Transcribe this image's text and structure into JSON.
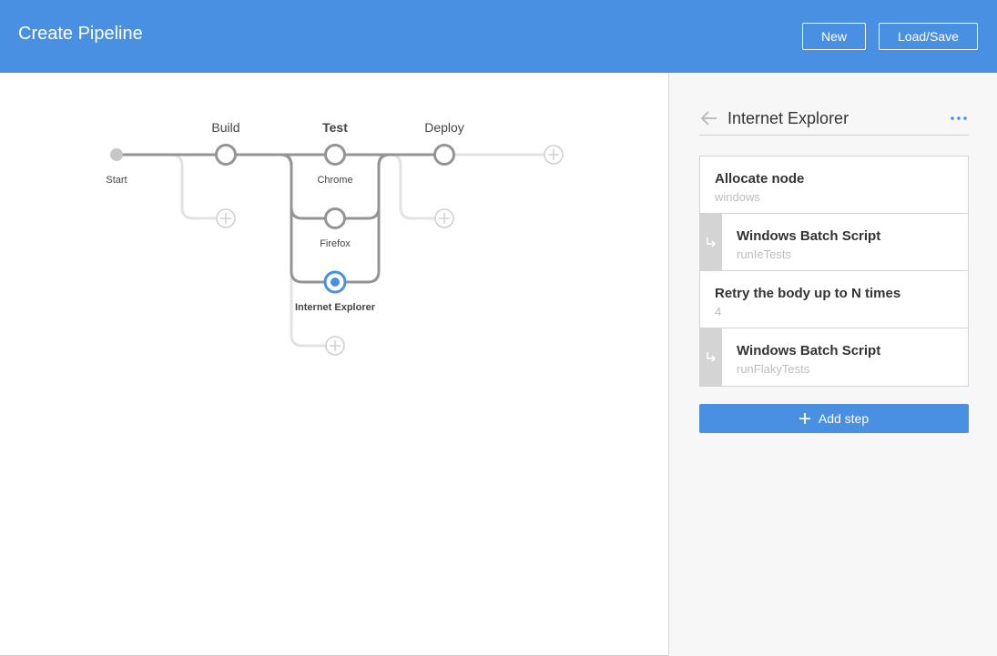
{
  "header": {
    "title": "Create Pipeline",
    "new_label": "New",
    "load_save_label": "Load/Save",
    "background": "#4a90e2"
  },
  "pipeline": {
    "start_label": "Start",
    "stages": [
      {
        "name": "Build"
      },
      {
        "name": "Test",
        "selected": true
      },
      {
        "name": "Deploy"
      }
    ],
    "parallel_branches": [
      "Chrome",
      "Firefox",
      "Internet Explorer"
    ],
    "selected_branch": "Internet Explorer",
    "add_icon": "plus-circle-icon"
  },
  "panel": {
    "title": "Internet Explorer",
    "back_icon": "arrow-left-icon",
    "more_icon": "ellipsis-icon",
    "steps": [
      {
        "title": "Allocate node",
        "subtitle": "windows",
        "nested": false
      },
      {
        "title": "Windows Batch Script",
        "subtitle": "runIeTests",
        "nested": true
      },
      {
        "title": "Retry the body up to N times",
        "subtitle": "4",
        "nested": false
      },
      {
        "title": "Windows Batch Script",
        "subtitle": "runFlakyTests",
        "nested": true
      }
    ],
    "add_step_label": "Add step",
    "accent": "#4a90e2"
  }
}
